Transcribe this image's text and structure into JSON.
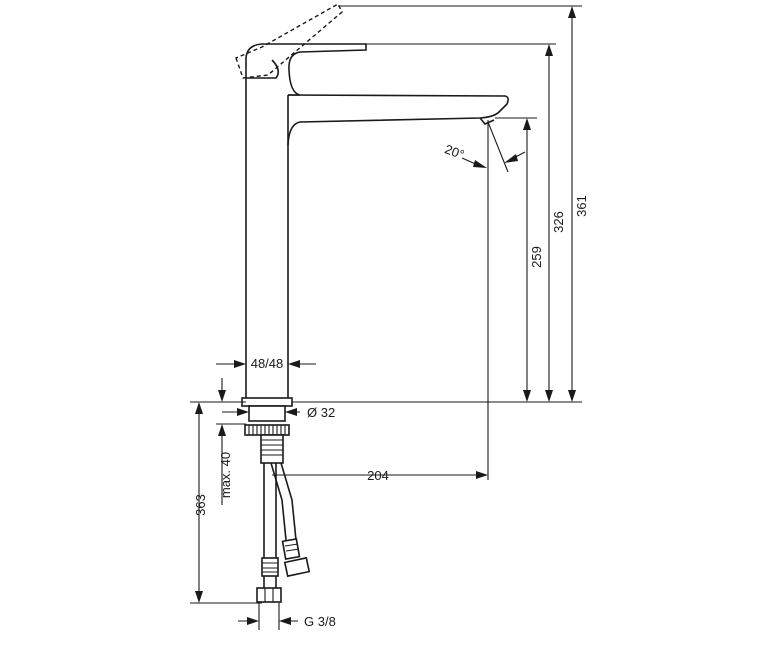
{
  "dimensions": {
    "height_total": "361",
    "height_lever": "326",
    "height_spout": "259",
    "angle": "20°",
    "base_size": "48/48",
    "shank_diameter": "Ø 32",
    "projection": "204",
    "below_deck": "363",
    "max_thickness": "max. 40",
    "connection": "G 3/8"
  },
  "colors": {
    "line": "#1a1a1a",
    "background": "#ffffff"
  }
}
